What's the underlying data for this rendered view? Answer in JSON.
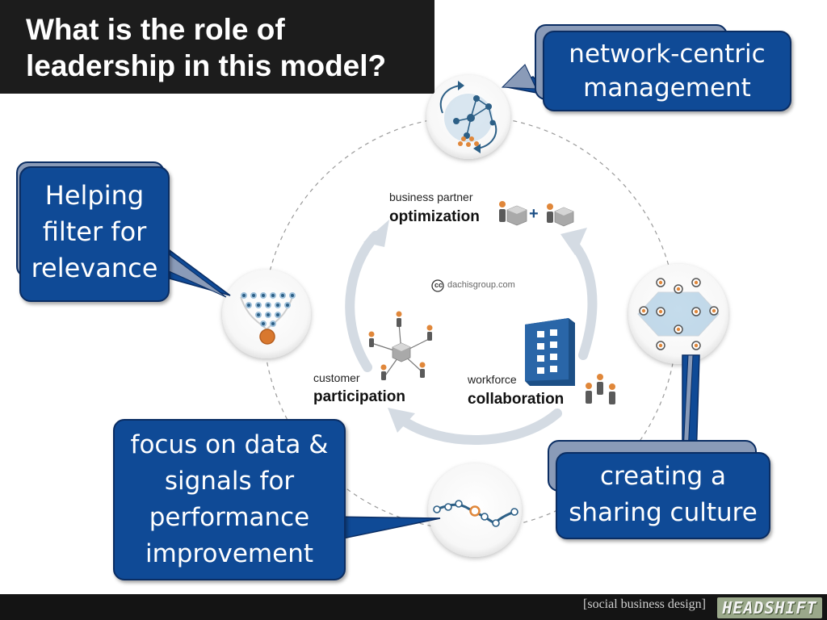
{
  "slide": {
    "title": "What is the role of leadership in this model?"
  },
  "callouts": {
    "network": "network-centric management",
    "filter": "Helping filter for relevance",
    "data": "focus on data & signals for performance improvement",
    "sharing": "creating a sharing culture"
  },
  "center": {
    "optimization_small": "business partner",
    "optimization_big": "optimization",
    "participation_small": "customer",
    "participation_big": "participation",
    "collaboration_small": "workforce",
    "collaboration_big": "collaboration",
    "credit": "dachisgroup.com",
    "credit_mark": "cc",
    "plus": "+"
  },
  "footer": {
    "tagline": "[social business design]",
    "logo": "HEADSHIFT"
  },
  "colors": {
    "bubble_blue": "#0f4a96",
    "title_bg": "#1c1c1c",
    "arrow_gray": "#d4dbe3",
    "person_orange": "#e0873a",
    "node_blue": "#2c5f86"
  }
}
